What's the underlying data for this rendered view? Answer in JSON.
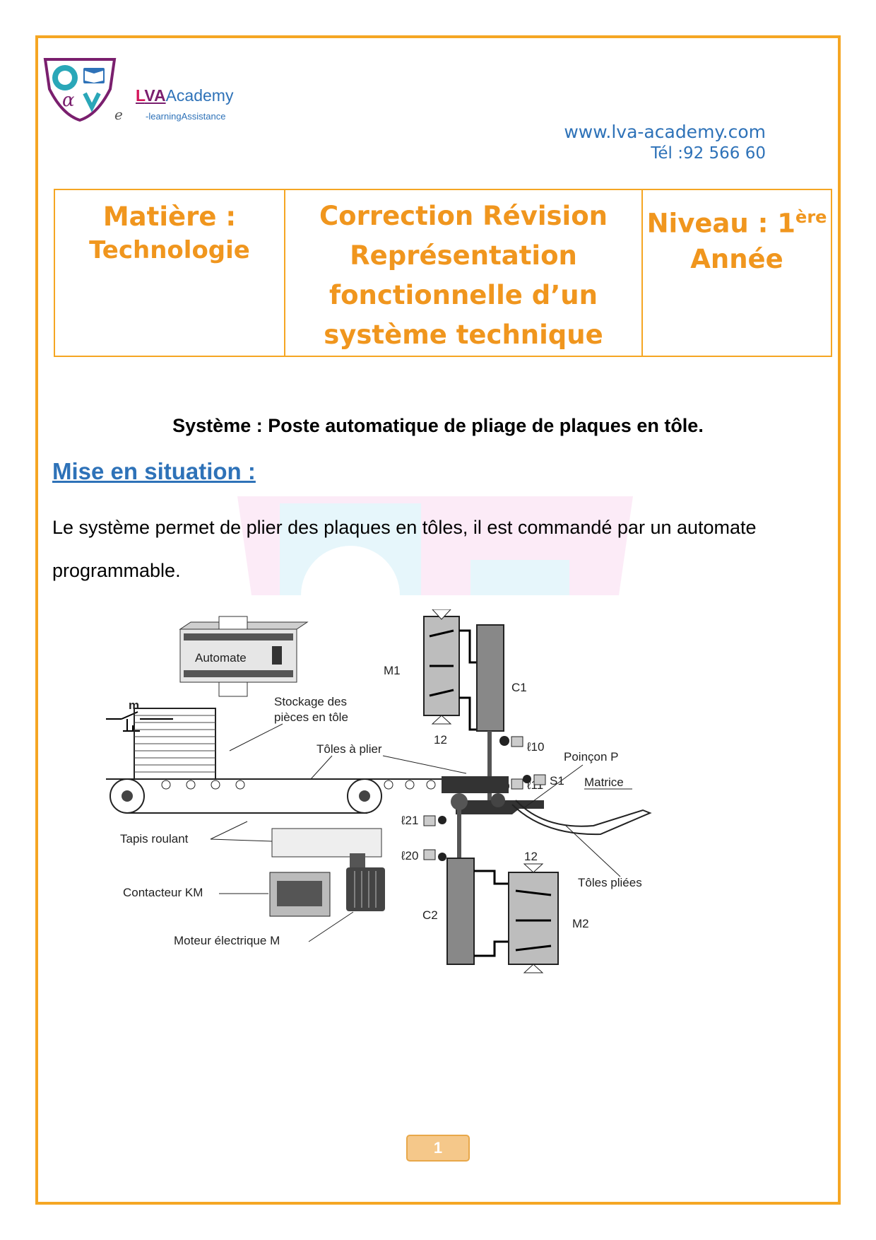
{
  "brand": {
    "name_prefix_l": "L",
    "name_prefix_va": "VA",
    "name_main": "Academy",
    "tagline": "-learningAssistance",
    "e_letter": "e"
  },
  "contact": {
    "website": "www.lva-academy.com",
    "phone": "Tél :92 566 60"
  },
  "header": {
    "subject_label": "Matière :",
    "subject_value": "Technologie",
    "title": "Correction Révision Représentation fonctionnelle d’un système technique",
    "level_label": "Niveau : 1",
    "level_sup": "ère",
    "level_value": "Année"
  },
  "system_line": "Système : Poste automatique de pliage de plaques en tôle.",
  "section_title": "Mise en situation : ",
  "paragraph": "Le système permet de plier des plaques en tôles, il est commandé par un automate programmable.",
  "diagram": {
    "automate": "Automate",
    "m": "m",
    "m1": "M1",
    "c1": "C1",
    "valve_12_top": "12",
    "l10": "ℓ10",
    "l11": "ℓ11",
    "poincon": "Poinçon P",
    "stockage_1": "Stockage des",
    "stockage_2": "pièces en tôle",
    "toles_a_plier": "Tôles à plier",
    "s1": "S1",
    "matrice": "Matrice",
    "tapis": "Tapis roulant",
    "l21": "ℓ21",
    "l20": "ℓ20",
    "valve_12_bottom": "12",
    "toles_pliees": "Tôles pliées",
    "contacteur": "Contacteur KM",
    "c2": "C2",
    "m2": "M2",
    "moteur": "Moteur électrique M"
  },
  "page_number": "1",
  "colors": {
    "border": "#f5a623",
    "header_text": "#f0961e",
    "link_blue": "#2e72b8"
  }
}
